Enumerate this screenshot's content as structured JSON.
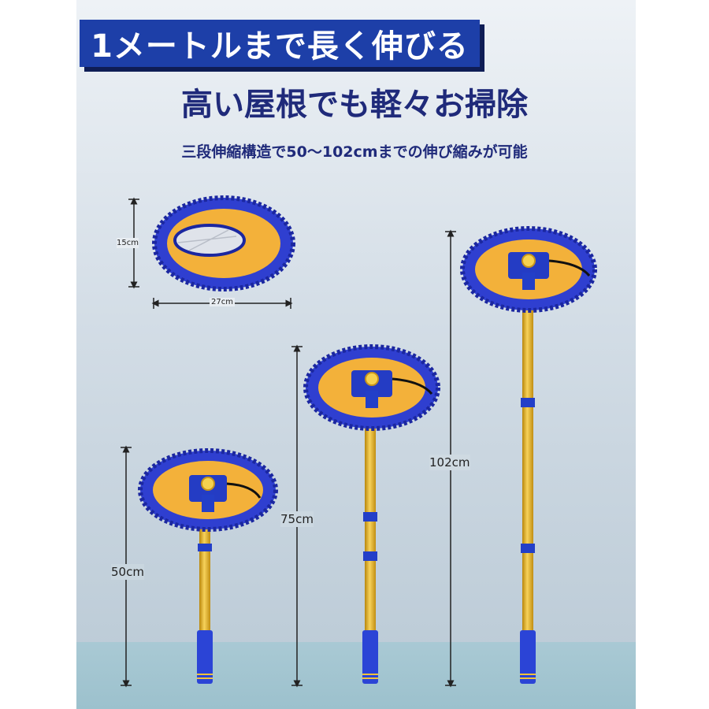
{
  "headline": "1メートルまで長く伸びる",
  "subheadline": "高い屋根でも軽々お掃除",
  "caption": "三段伸縮構造で50〜102cmまでの伸び縮みが可能",
  "dimensions": {
    "head_height": "15cm",
    "head_width": "27cm",
    "short_length": "50cm",
    "medium_length": "75cm",
    "long_length": "102cm"
  },
  "colors": {
    "banner_blue": "#1d3fa8",
    "text_navy": "#1f2a7a",
    "chenille_blue": "#2f3fd0",
    "sponge_orange": "#f3b13a",
    "pole_gold": "#e9b829"
  }
}
